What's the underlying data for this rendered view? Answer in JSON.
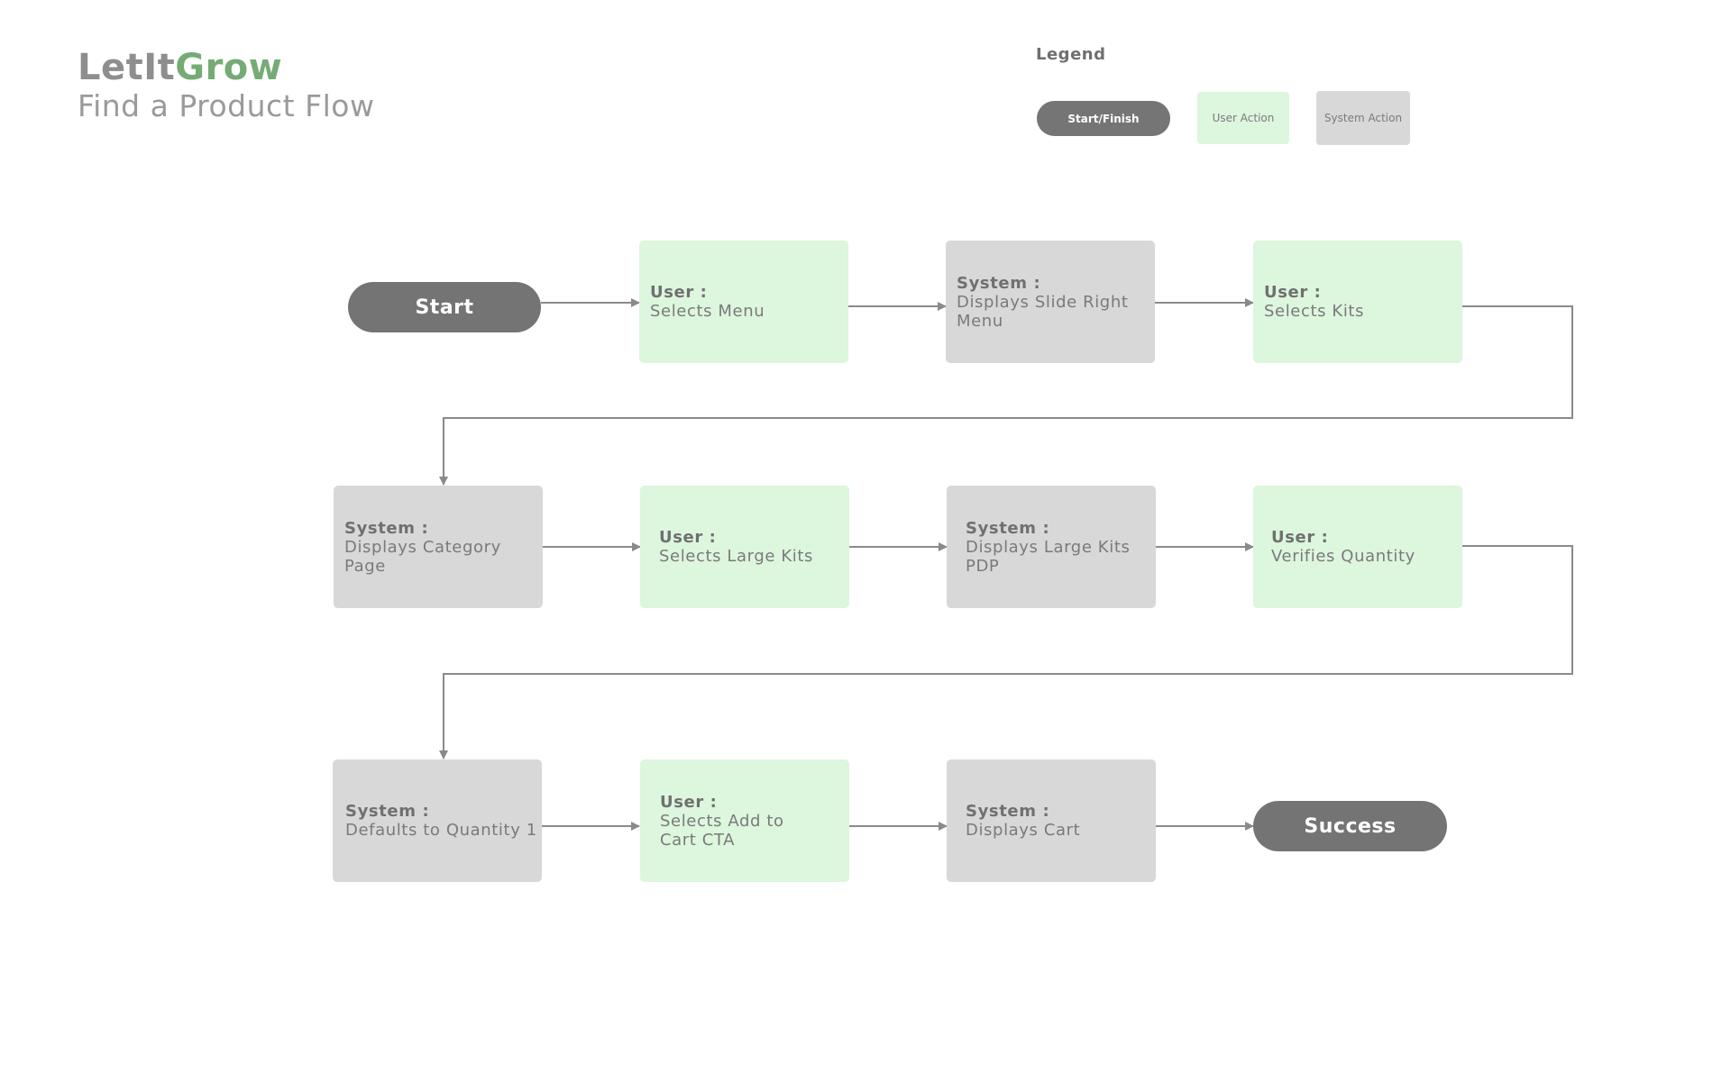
{
  "header": {
    "brand_part1": "LetIt",
    "brand_part2": "Grow",
    "subtitle": "Find a Product Flow"
  },
  "legend": {
    "title": "Legend",
    "start_finish": "Start/Finish",
    "user_action": "User Action",
    "system_action": "System Action"
  },
  "colors": {
    "user_action": "#ddf6de",
    "system_action": "#d8d8d8",
    "start_finish": "#747474",
    "brand_green": "#76ab76",
    "connector": "#8a8a8a"
  },
  "flow": {
    "start": "Start",
    "success": "Success",
    "steps": [
      {
        "role": "User :",
        "action": "Selects Menu"
      },
      {
        "role": "System :",
        "action": "Displays Slide Right Menu"
      },
      {
        "role": "User :",
        "action": "Selects Kits"
      },
      {
        "role": "System :",
        "action": "Displays Category Page"
      },
      {
        "role": "User :",
        "action": "Selects Large Kits"
      },
      {
        "role": "System :",
        "action": "Displays Large Kits PDP"
      },
      {
        "role": "User :",
        "action": "Verifies Quantity"
      },
      {
        "role": "System :",
        "action": "Defaults to Quantity 1"
      },
      {
        "role": "User :",
        "action": "Selects Add to Cart CTA"
      },
      {
        "role": "System :",
        "action": "Displays Cart"
      }
    ]
  }
}
